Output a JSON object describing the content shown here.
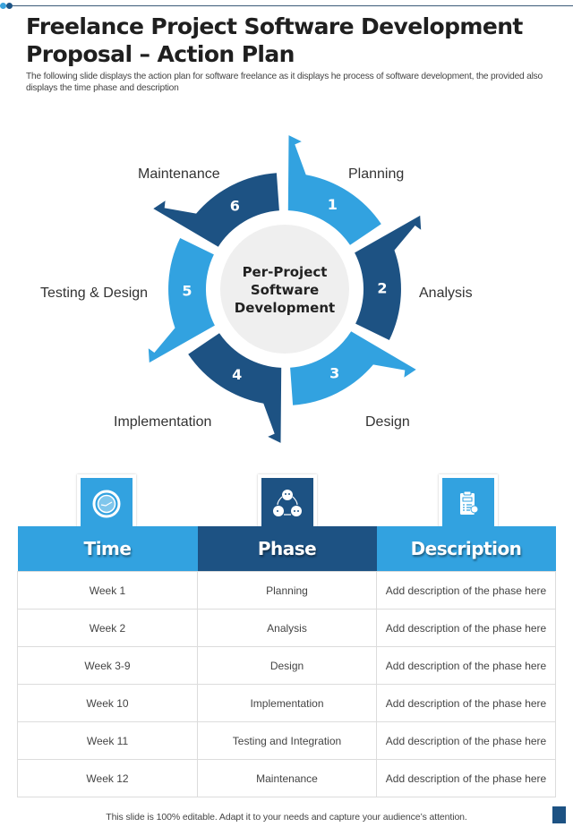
{
  "header": {
    "title": "Freelance Project Software Development Proposal – Action Plan",
    "subtitle": "The following slide displays the action plan for software freelance as it displays he process of software development, the provided also displays the time phase and description"
  },
  "colors": {
    "light_blue": "#32a2e0",
    "dark_blue": "#1d5283",
    "center_gray": "#efefef"
  },
  "wheel": {
    "center_label": [
      "Per-Project",
      "Software",
      "Development"
    ],
    "segments": [
      {
        "number": "1",
        "label": "Planning",
        "color": "#32a2e0"
      },
      {
        "number": "2",
        "label": "Analysis",
        "color": "#1d5283"
      },
      {
        "number": "3",
        "label": "Design",
        "color": "#32a2e0"
      },
      {
        "number": "4",
        "label": "Implementation",
        "color": "#1d5283"
      },
      {
        "number": "5",
        "label": "Testing & Design",
        "color": "#32a2e0"
      },
      {
        "number": "6",
        "label": "Maintenance",
        "color": "#1d5283"
      }
    ]
  },
  "table": {
    "headers": [
      {
        "label": "Time",
        "icon": "clock-icon"
      },
      {
        "label": "Phase",
        "icon": "team-network-icon"
      },
      {
        "label": "Description",
        "icon": "clipboard-checklist-icon"
      }
    ],
    "rows": [
      [
        "Week 1",
        "Planning",
        "Add description of the phase here"
      ],
      [
        "Week 2",
        "Analysis",
        "Add description of the phase here"
      ],
      [
        "Week 3-9",
        "Design",
        "Add description of the phase here"
      ],
      [
        "Week 10",
        "Implementation",
        "Add description of the phase here"
      ],
      [
        "Week 11",
        "Testing and Integration",
        "Add description of the phase here"
      ],
      [
        "Week 12",
        "Maintenance",
        "Add description of the phase here"
      ]
    ]
  },
  "footer": {
    "text": "This slide is 100% editable. Adapt it to your needs and capture your audience’s attention."
  }
}
